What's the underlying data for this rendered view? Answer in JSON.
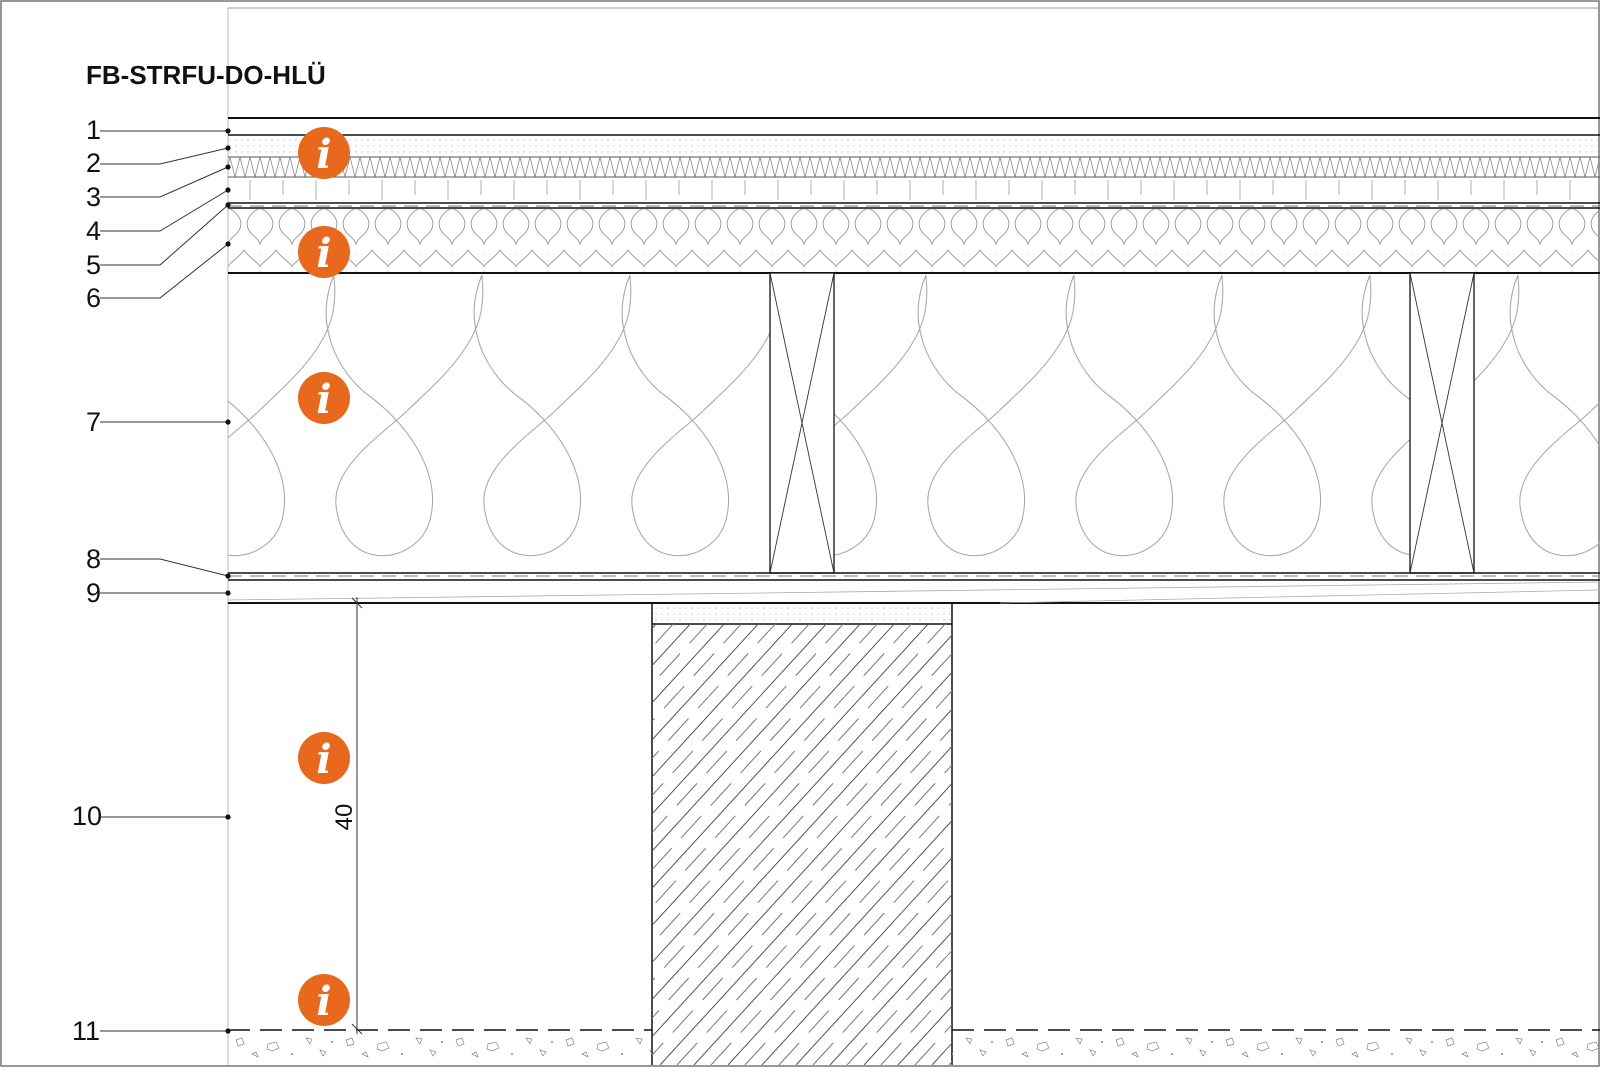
{
  "title": "FB-STRFU-DO-HLÜ",
  "callouts": [
    "1",
    "2",
    "3",
    "4",
    "5",
    "6",
    "7",
    "8",
    "9",
    "10",
    "11"
  ],
  "dimension": "40",
  "info_icon": {
    "glyph": "i",
    "name": "info-icon",
    "color": "#e8681e"
  },
  "colors": {
    "line": "#111111",
    "hatch": "#9a9a9a"
  }
}
